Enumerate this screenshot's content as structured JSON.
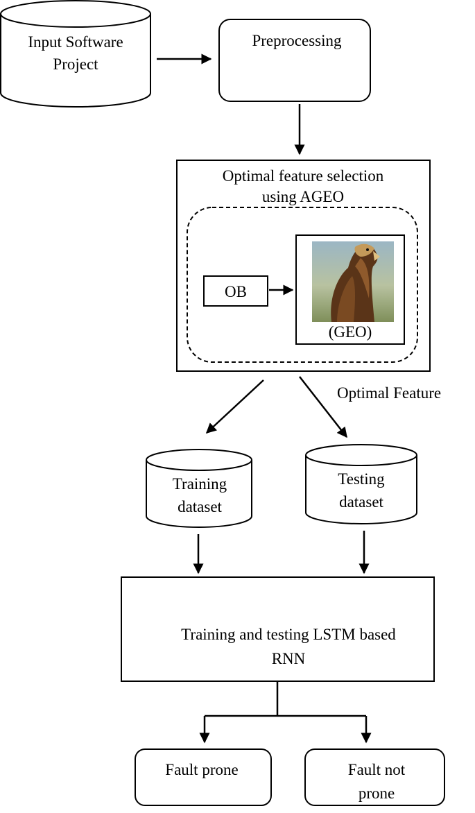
{
  "diagram": {
    "input": {
      "lines": [
        "Input Software",
        "Project"
      ]
    },
    "preprocessing": {
      "label": "Preprocessing"
    },
    "selection": {
      "lines": [
        "Optimal feature selection",
        "using AGEO"
      ],
      "ob_label": "OB",
      "geo_label": "(GEO)"
    },
    "optimal_feature_label": "Optimal Feature",
    "training_dataset": {
      "lines": [
        "Training",
        "dataset"
      ]
    },
    "testing_dataset": {
      "lines": [
        "Testing",
        "dataset"
      ]
    },
    "lstm": {
      "lines": [
        "Training and testing LSTM based",
        "RNN"
      ]
    },
    "fault_prone": {
      "label": "Fault prone"
    },
    "fault_not_prone": {
      "lines": [
        "Fault not",
        "prone"
      ]
    }
  }
}
